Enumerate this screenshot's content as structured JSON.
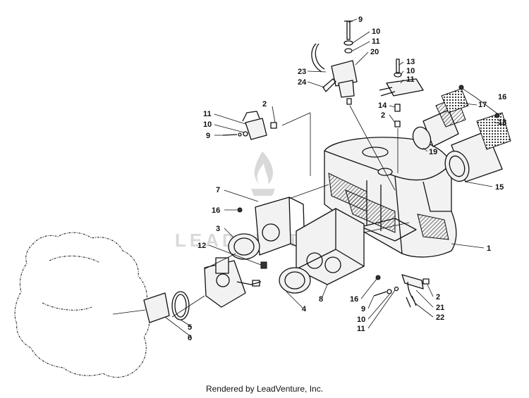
{
  "footer": "Rendered by LeadVenture, Inc.",
  "watermark": "LEADVENTURE",
  "callouts": [
    "1",
    "2",
    "2",
    "2",
    "3",
    "4",
    "5",
    "6",
    "7",
    "8",
    "9",
    "9",
    "9",
    "10",
    "10",
    "10",
    "10",
    "11",
    "11",
    "11",
    "11",
    "12",
    "13",
    "14",
    "15",
    "16",
    "16",
    "16",
    "17",
    "18",
    "19",
    "20",
    "21",
    "22",
    "23",
    "24"
  ],
  "colors": {
    "ink": "#111111",
    "watermark": "#d9d9d9",
    "background": "#ffffff"
  }
}
